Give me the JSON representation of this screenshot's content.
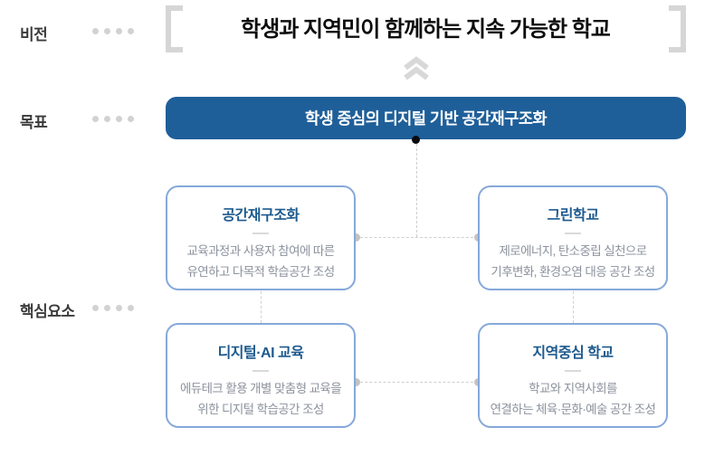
{
  "colors": {
    "goal_bar_bg": "#1f5f99",
    "goal_bar_text": "#ffffff",
    "box_border": "#86a8da",
    "box_title_blue": "#1d5a8e",
    "box_body_gray": "#8c929d",
    "row_label_dark": "#3b3b3b",
    "decor_dot_gray": "#d2d2d2",
    "connector_dash_gray": "#cfcfcf",
    "connector_node_gray": "#c3c3c3",
    "connector_dot_black": "#0a0a0a",
    "bracket_gray": "#d6d6d6",
    "chevron_gray": "#d8d8d8",
    "vision_title_black": "#0d0d0d"
  },
  "icons": {
    "double_chevron_up": "double-chevron-up",
    "label_dots": "four-small-dots"
  },
  "vision": {
    "label": "비전",
    "title": "학생과 지역민이 함께하는 지속 가능한 학교"
  },
  "goal": {
    "label": "목표",
    "title": "학생 중심의 디지털 기반 공간재구조화"
  },
  "core": {
    "label": "핵심요소",
    "boxes": [
      {
        "title": "공간재구조화",
        "body": "교육과정과 사용자 참여에 따른\n유연하고 다목적 학습공간 조성"
      },
      {
        "title": "그린학교",
        "body": "제로에너지, 탄소중립 실천으로\n기후변화, 환경오염 대응 공간 조성"
      },
      {
        "title": "디지털·AI 교육",
        "body": "에듀테크 활용 개별 맞춤형 교육을\n위한 디지털 학습공간 조성"
      },
      {
        "title": "지역중심 학교",
        "body": "학교와 지역사회를\n연결하는 체육·문화·예술 공간 조성"
      }
    ]
  }
}
